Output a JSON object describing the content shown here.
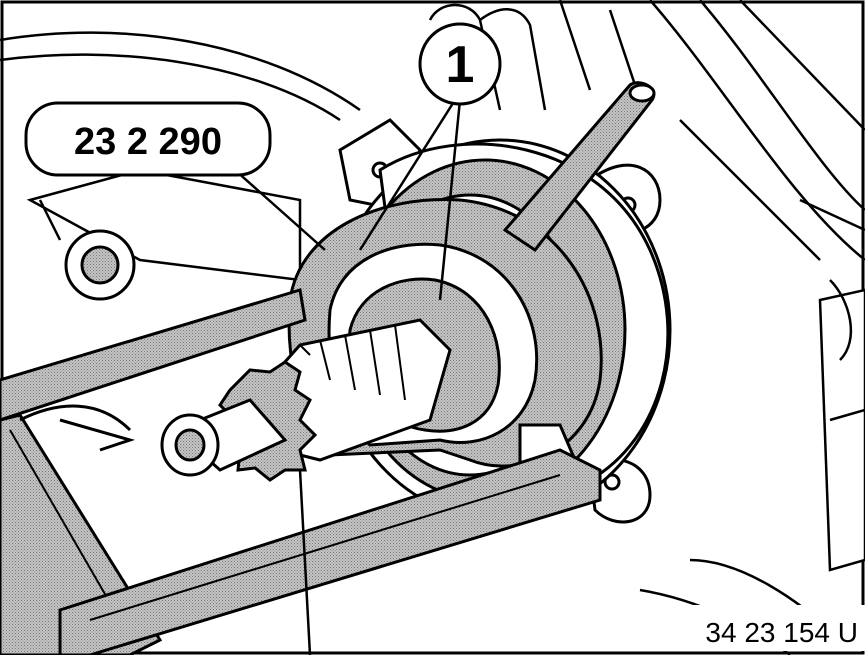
{
  "figure": {
    "part_number_label": "23 2 290",
    "callout_number": "1",
    "reference_code": "34 23 154 U"
  },
  "colors": {
    "ink": "#000000",
    "paper": "#ffffff",
    "shade": "#b9b9b9",
    "dark_shade": "#9a9a9a"
  }
}
